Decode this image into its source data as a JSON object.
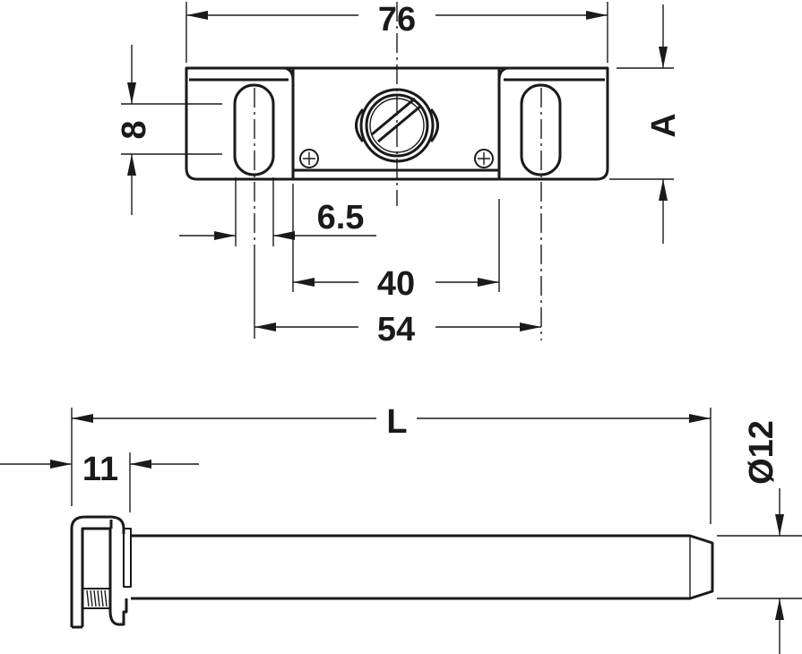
{
  "drawing": {
    "top_view": {
      "width_label": "76",
      "slot_height_label": "8",
      "height_label": "A",
      "slot_width_label": "6.5",
      "plate_width_label": "40",
      "slot_spacing_label": "54"
    },
    "side_view": {
      "length_label": "L",
      "bracket_label": "11",
      "diameter_label": "Ø12"
    },
    "color": "#1a1a1a"
  }
}
